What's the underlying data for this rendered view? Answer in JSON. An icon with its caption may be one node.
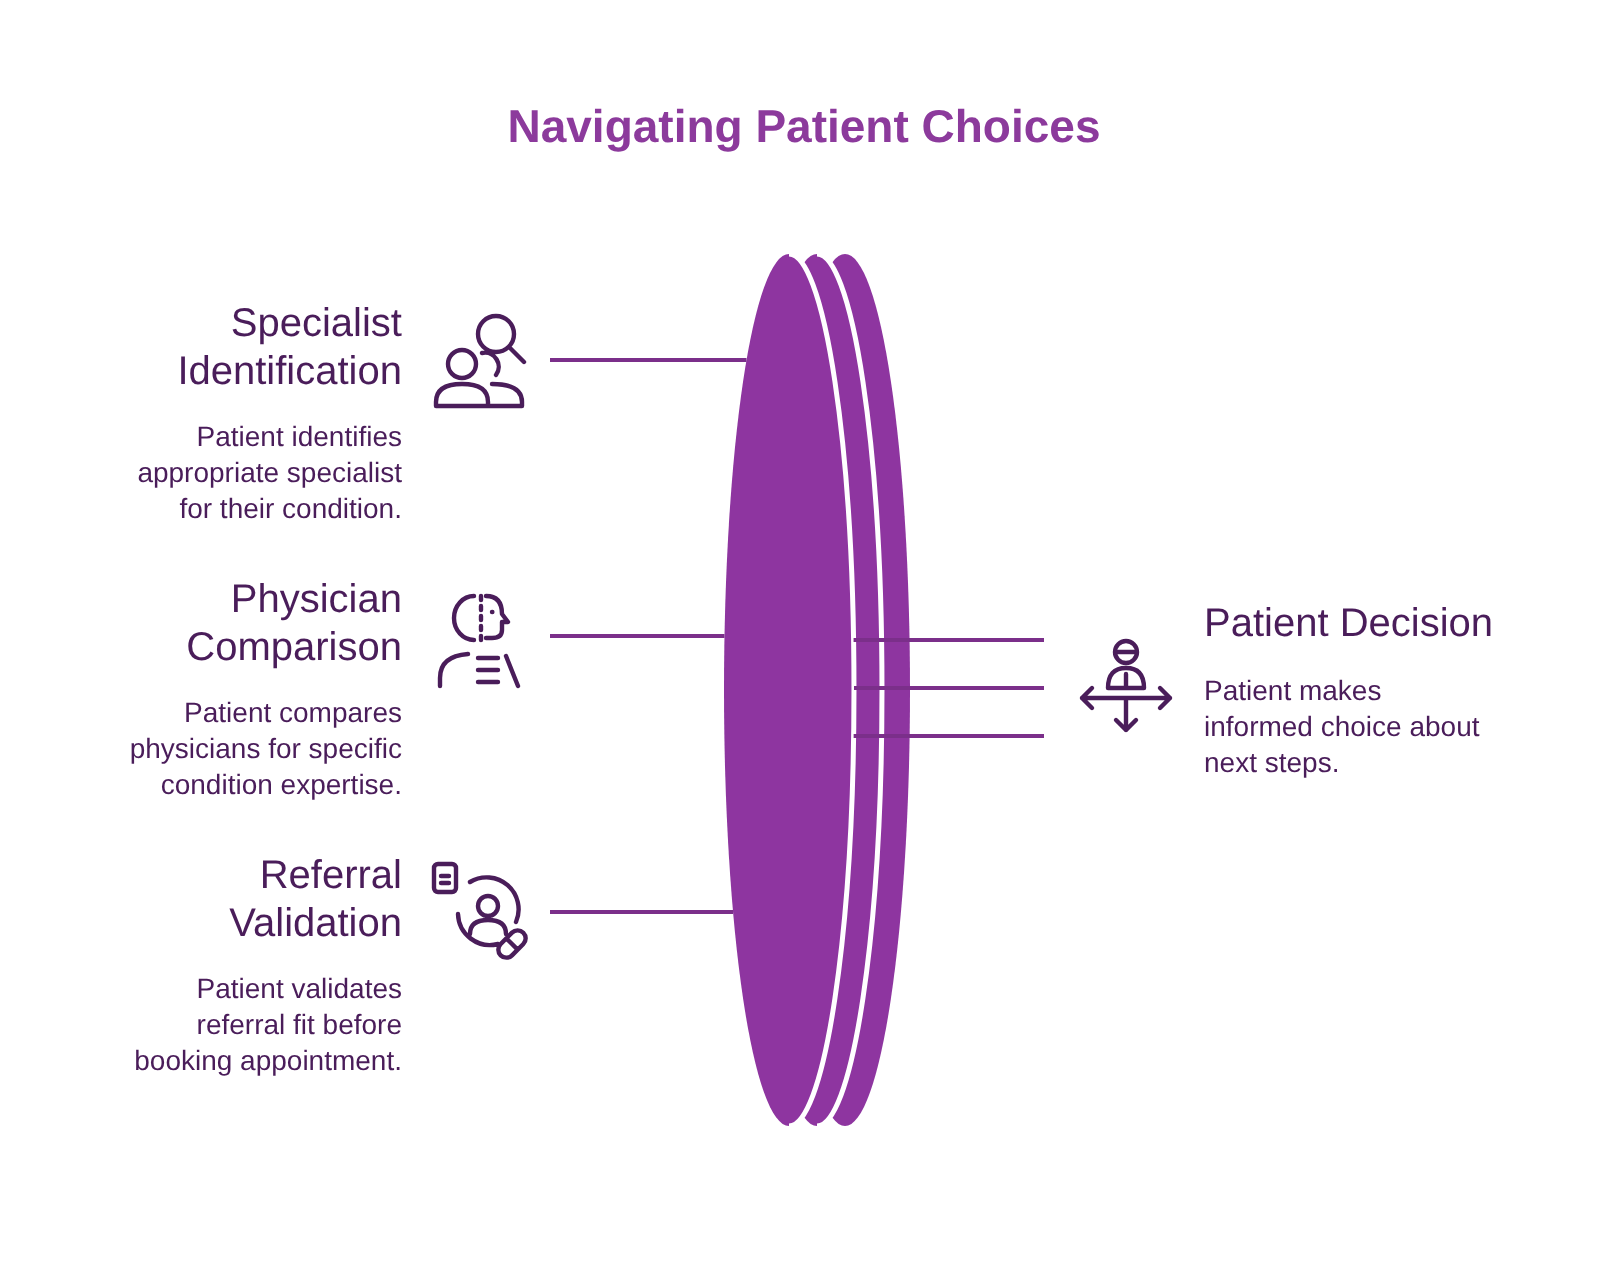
{
  "diagram": {
    "title": "Navigating Patient Choices",
    "nodes": [
      {
        "text": [
          "Specialist Identification",
          "Patient identifies appropriate specialist for their condition."
        ]
      },
      {
        "text": [
          "Physician Comparison",
          "Patient compares physicians for specific condition expertise."
        ]
      },
      {
        "text": [
          "Referral Validation",
          "Patient validates referral fit before booking appointment."
        ]
      },
      {
        "text": [],
        "shape": "lens"
      },
      {
        "text": [
          "Patient Decision",
          "Patient makes informed choice about next steps."
        ]
      }
    ],
    "edges": [
      {
        "from": 0,
        "to": 3,
        "arrow": "none"
      },
      {
        "from": 1,
        "to": 3,
        "arrow": "none"
      },
      {
        "from": 2,
        "to": 3,
        "arrow": "none"
      },
      {
        "from": 3,
        "to": 4,
        "arrow": "none"
      },
      {
        "from": 3,
        "to": 4,
        "arrow": "none"
      },
      {
        "from": 3,
        "to": 4,
        "arrow": "none"
      }
    ]
  }
}
